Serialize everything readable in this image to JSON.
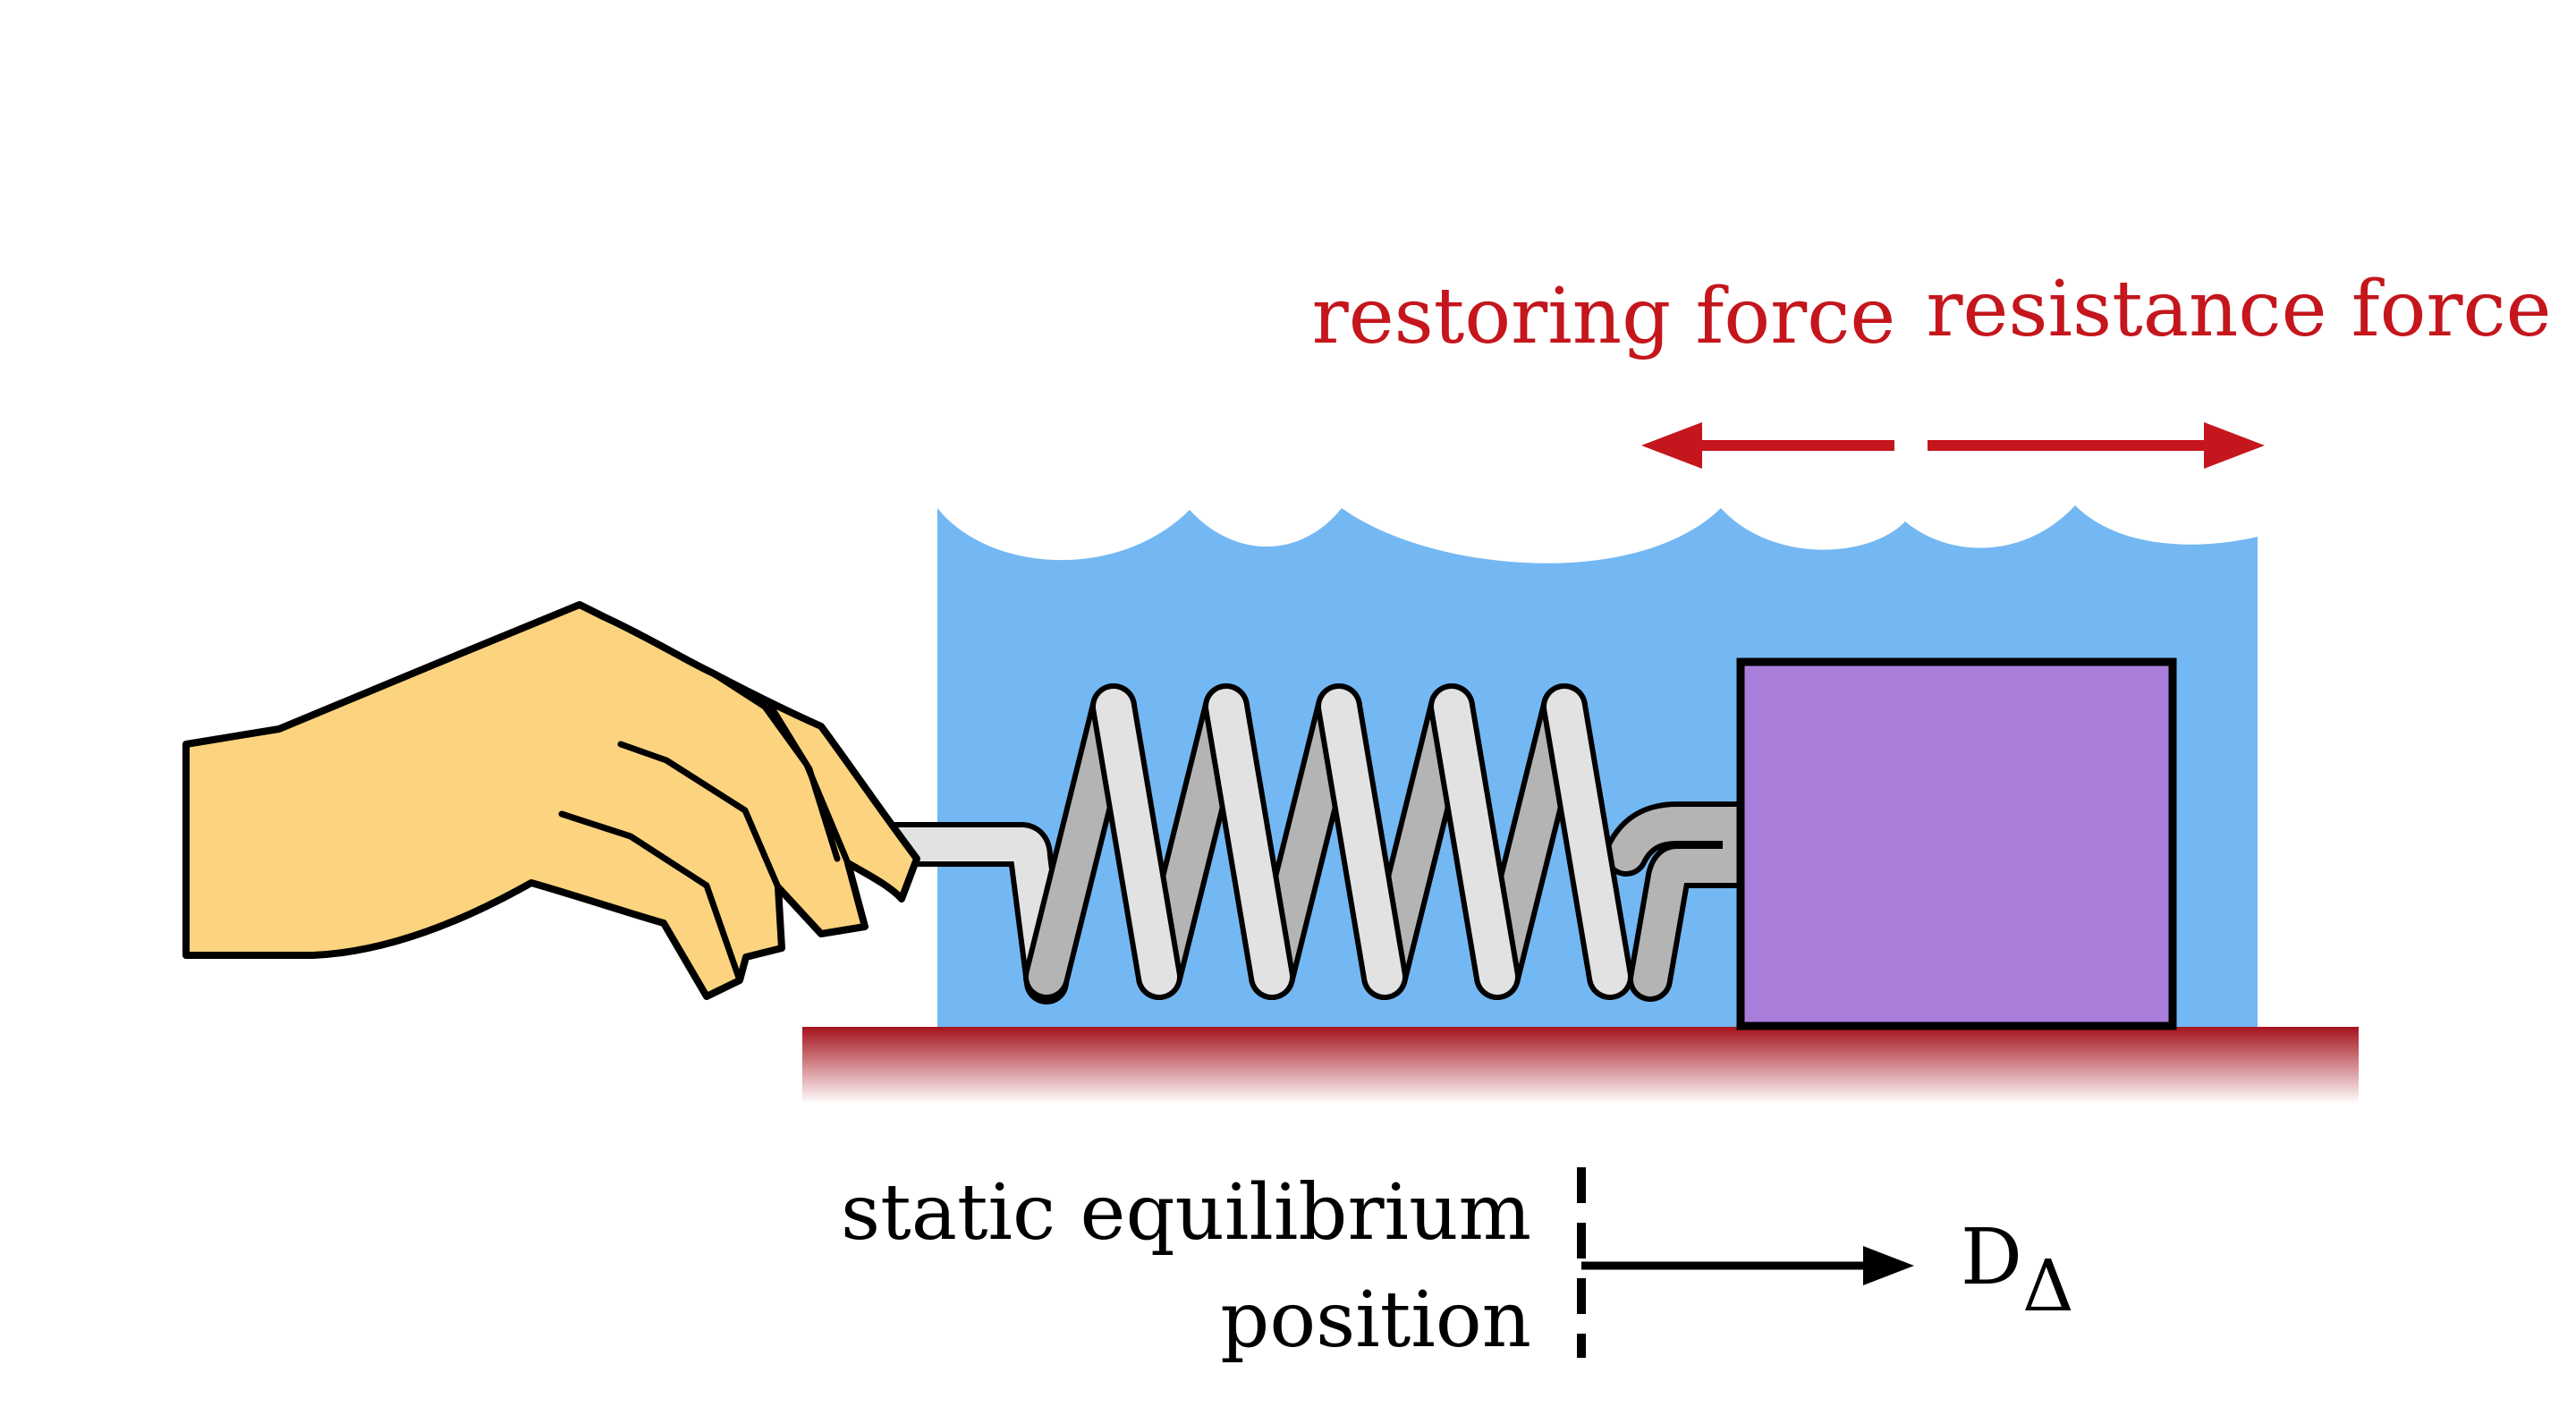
{
  "labels": {
    "restoring_force": "restoring force",
    "resistance_force": "resistance force",
    "equilibrium_line1": "static equilibrium",
    "equilibrium_line2": "position",
    "displacement_main": "D",
    "displacement_sub": "Δ"
  },
  "colors": {
    "water": "#74B8F3",
    "mass": "#A87EDA",
    "floor_top": "#A5131C",
    "floor_bottom": "#FFFFFF",
    "hand": "#FCD47F",
    "force_arrow": "#C4161C",
    "spring_front": "#E2E2E2",
    "spring_back": "#B4B4B4",
    "outline": "#000000"
  }
}
